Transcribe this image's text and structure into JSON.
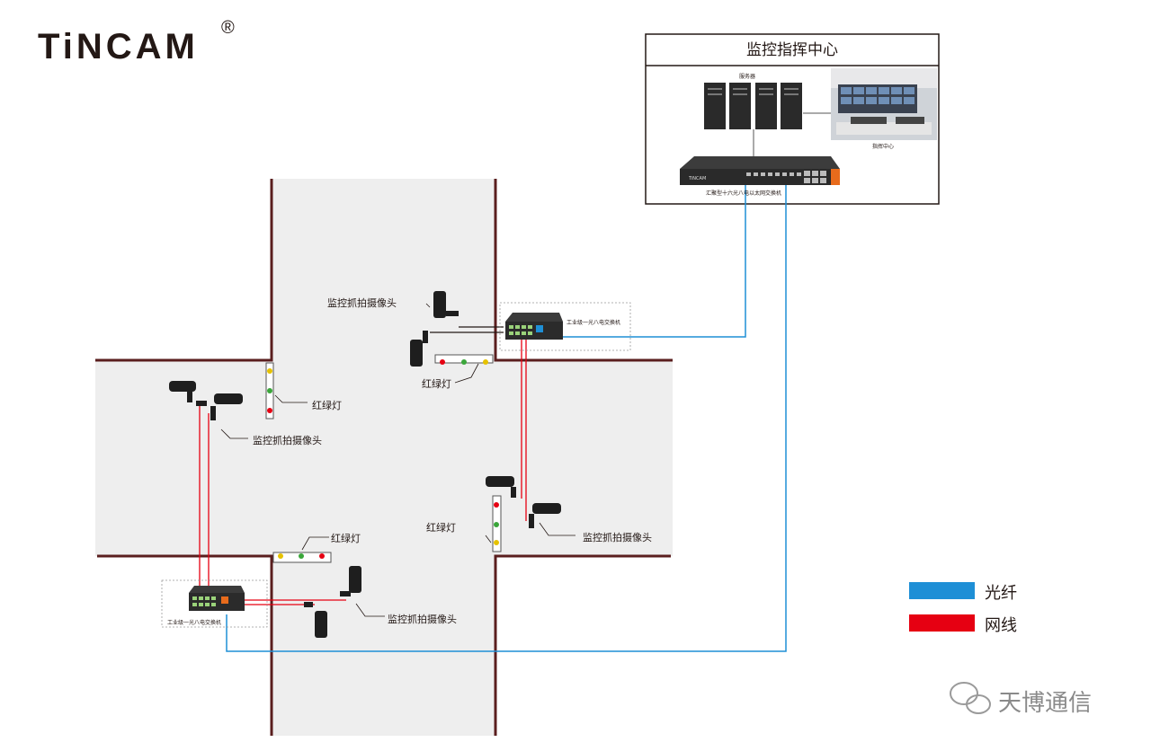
{
  "brand": {
    "name": "TiNCAM",
    "registered": "®"
  },
  "command_center": {
    "title": "监控指挥中心",
    "server_label": "服务器",
    "room_label": "指挥中心",
    "core_switch_brand": "TiNCAM",
    "core_switch_label": "汇聚型十六光八电以太网交换机"
  },
  "labels": {
    "camera_top": "监控抓拍摄像头",
    "camera_left": "监控抓拍摄像头",
    "camera_right": "监控抓拍摄像头",
    "camera_bottom": "监控抓拍摄像头",
    "light_top_left": "红绿灯",
    "light_top_center": "红绿灯",
    "light_right": "红绿灯",
    "light_bottom": "红绿灯",
    "switch_top": "工业级一光八电交换机",
    "switch_bottom": "工业级一光八电交换机"
  },
  "legend": [
    {
      "label": "光纤",
      "color": "#1e8fd6"
    },
    {
      "label": "网线",
      "color": "#e60012"
    }
  ],
  "watermark": {
    "text": "天博通信",
    "icon": "wechat-icon"
  },
  "colors": {
    "fiber": "#1e8fd6",
    "cable": "#e60012",
    "road": "#eeeeee",
    "curb": "#5a1e1e"
  }
}
